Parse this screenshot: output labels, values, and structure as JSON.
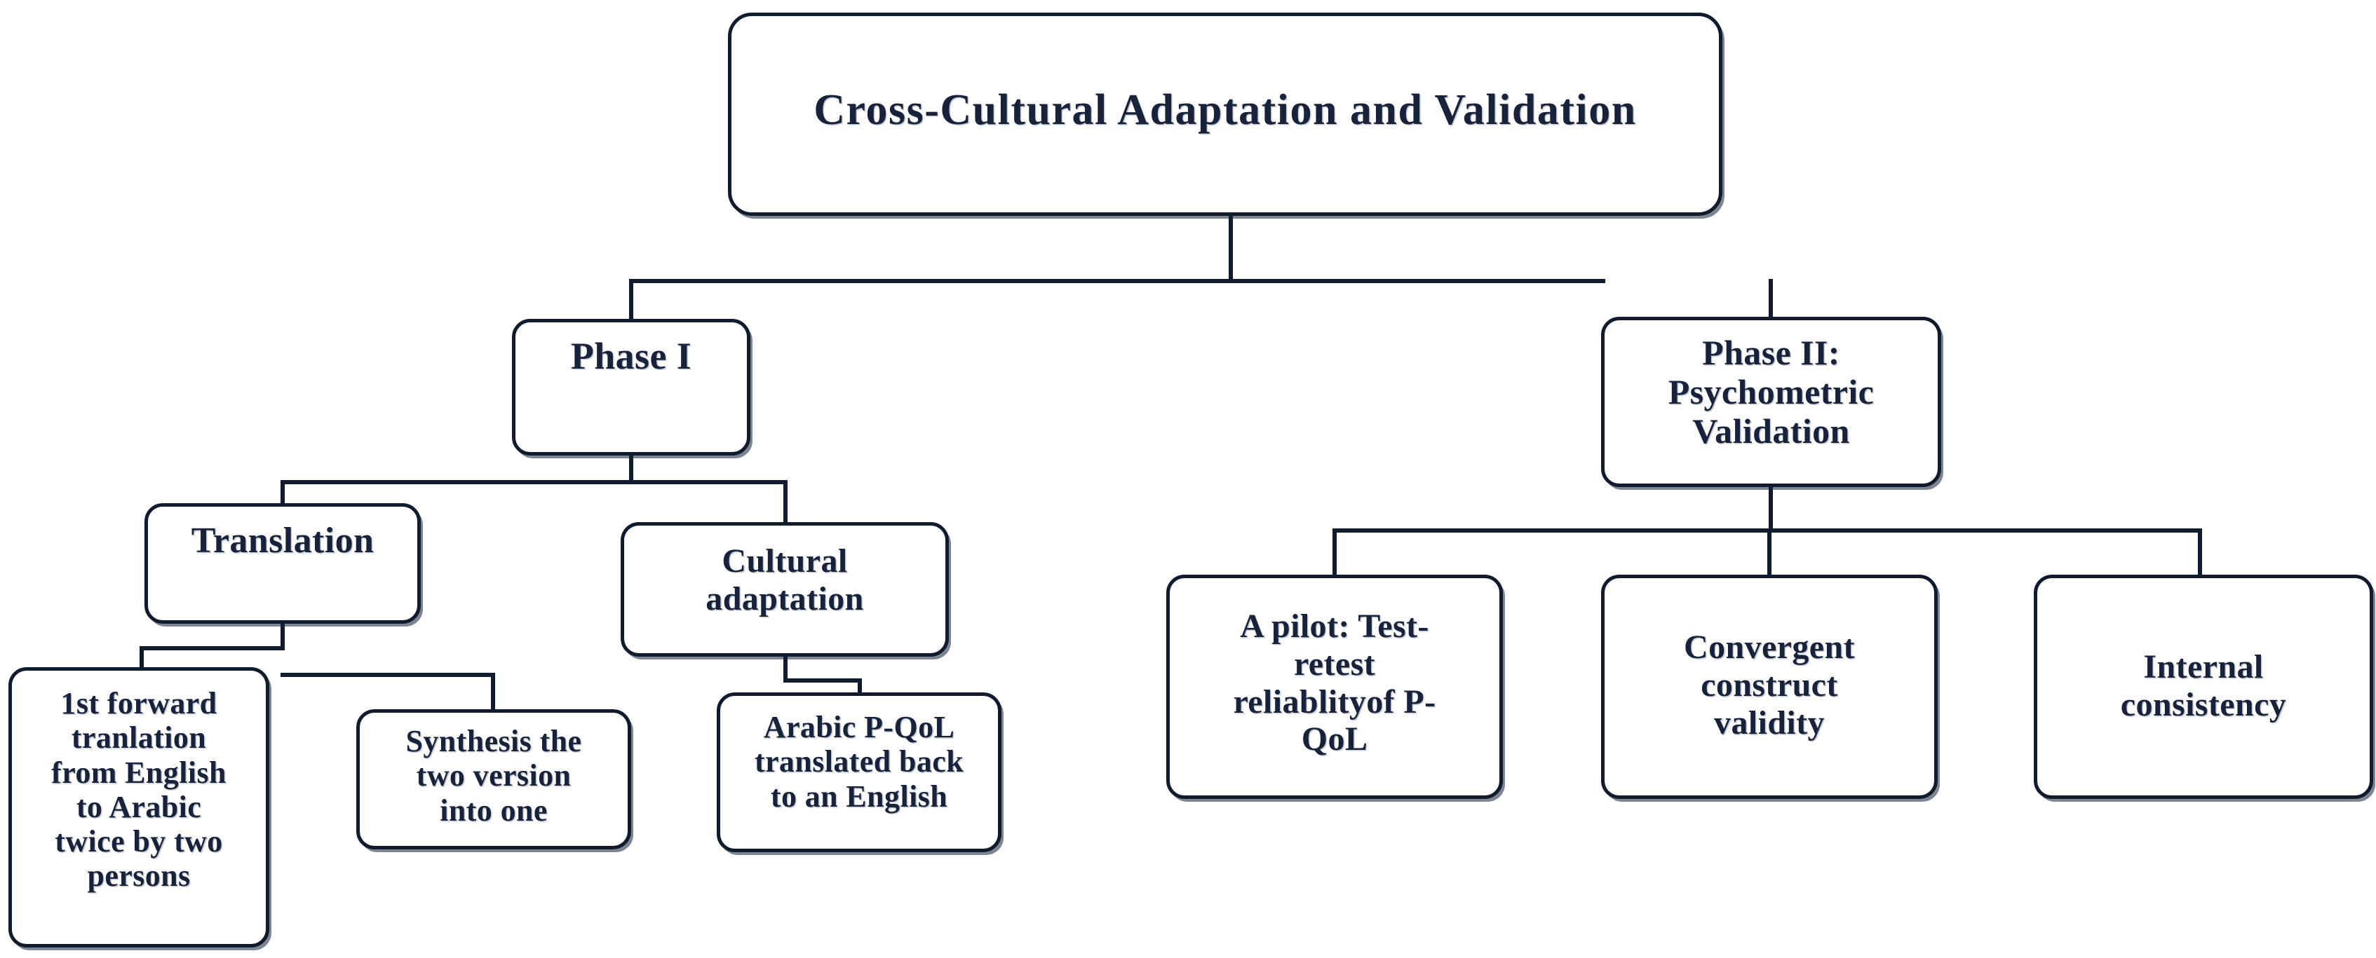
{
  "diagram": {
    "title": "Cross-Cultural Adaptation and Validation",
    "type": "flowchart",
    "orientation": "top-down",
    "colors": {
      "border": "#101b2e",
      "text": "#18233b",
      "background": "#ffffff"
    },
    "nodes": {
      "root": {
        "label": "Cross-Cultural Adaptation and Validation",
        "level": 0
      },
      "phase1": {
        "label": "Phase I",
        "level": 1
      },
      "phase2": {
        "label": "Phase II:\nPsychometric\nValidation",
        "level": 1
      },
      "translation": {
        "label": "Translation",
        "level": 2
      },
      "cultural_adaptation": {
        "label": "Cultural\nadaptation",
        "level": 2
      },
      "forward_translation": {
        "label": "1st forward\ntranlation\nfrom English\nto Arabic\ntwice by two\npersons",
        "level": 3
      },
      "synthesis": {
        "label": "Synthesis the\ntwo version\ninto one",
        "level": 3
      },
      "back_translation": {
        "label": "Arabic P-QoL\ntranslated back\nto an English",
        "level": 3
      },
      "pilot_test_retest": {
        "label": "A pilot: Test-\nretest\nreliablityof P-\nQoL",
        "level": 2
      },
      "convergent_validity": {
        "label": "Convergent\nconstruct\nvalidity",
        "level": 2
      },
      "internal_consistency": {
        "label": "Internal\nconsistency",
        "level": 2
      }
    },
    "edges": [
      {
        "from": "root",
        "to": "phase1"
      },
      {
        "from": "root",
        "to": "phase2"
      },
      {
        "from": "phase1",
        "to": "translation"
      },
      {
        "from": "phase1",
        "to": "cultural_adaptation"
      },
      {
        "from": "translation",
        "to": "forward_translation"
      },
      {
        "from": "translation",
        "to": "synthesis"
      },
      {
        "from": "cultural_adaptation",
        "to": "back_translation"
      },
      {
        "from": "phase2",
        "to": "pilot_test_retest"
      },
      {
        "from": "phase2",
        "to": "convergent_validity"
      },
      {
        "from": "phase2",
        "to": "internal_consistency"
      }
    ]
  }
}
